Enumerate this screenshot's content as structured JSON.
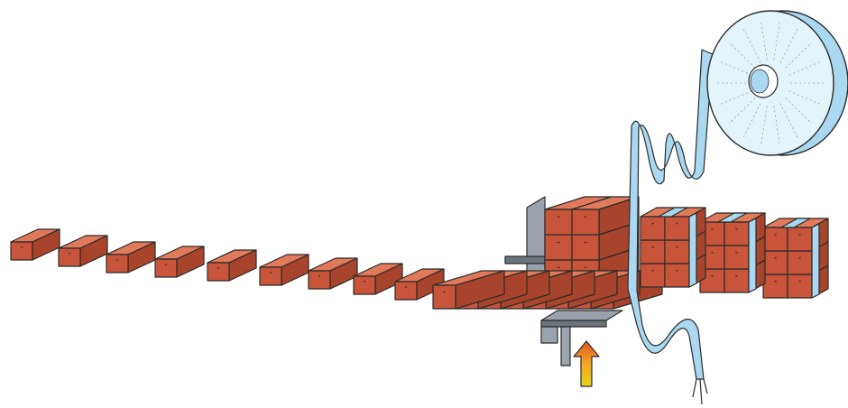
{
  "colors": {
    "brick_front": "#c8553a",
    "brick_top": "#e07a5a",
    "brick_side": "#a8432c",
    "outline": "#2b2b2b",
    "film_blue": "#a9d8f0",
    "film_light": "#e3f4fb",
    "steel": "#9aa3ab",
    "steel_dark": "#6d757c",
    "arrow_top": "#f5a623",
    "arrow_bottom": "#e8d21c",
    "arrow_red": "#e2572c"
  },
  "diagram": {
    "conveyor_bricks": 9,
    "row_bricks": 8,
    "stack_columns": 2,
    "stack_layers": 3,
    "wrapped_bundles": 3,
    "bundle_layers": 3
  },
  "icons": {
    "film_roll": "film-roll-icon",
    "lift_arrow": "lift-arrow-icon"
  }
}
